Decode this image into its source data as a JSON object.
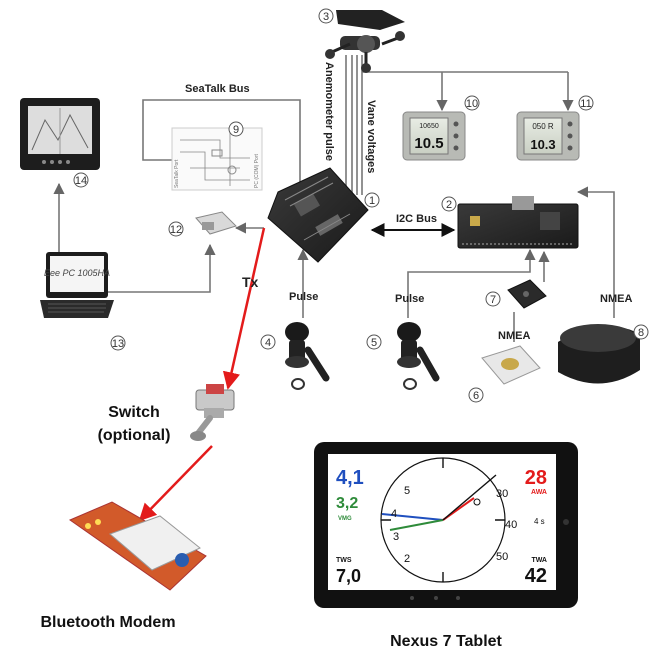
{
  "labels": {
    "seatalk_bus": "SeaTalk Bus",
    "anemometer_pulse": "Anemometer pulse",
    "vane_voltages": "Vane voltages",
    "i2c_bus": "I2C Bus",
    "tx": "Tx",
    "pulse_left": "Pulse",
    "pulse_right": "Pulse",
    "nmea_gps": "NMEA",
    "nmea_compass": "NMEA",
    "switch_line1": "Switch",
    "switch_line2": "(optional)",
    "bluetooth_modem": "Bluetooth Modem",
    "nexus_tablet": "Nexus 7 Tablet",
    "netbook_brand": "Eee PC 1005HA"
  },
  "numbers": [
    "1",
    "2",
    "3",
    "4",
    "5",
    "6",
    "7",
    "8",
    "9",
    "10",
    "11",
    "12",
    "13",
    "14"
  ],
  "instrument_10": {
    "top": "10650",
    "main": "10.5"
  },
  "instrument_11": {
    "top": "050 R",
    "main": "10.3"
  },
  "schematic_9": {
    "left_port": "SeaTalk Port",
    "right_port": "PC (COM) Port"
  },
  "tablet": {
    "top_left_value": "4,1",
    "vmg_value": "3,2",
    "vmg_label": "VMG",
    "awa_value": "28",
    "awa_label": "AWA",
    "tws_label": "TWS",
    "tws_value": "7,0",
    "twa_label": "TWA",
    "twa_value": "42",
    "seconds": "4 s",
    "dial_left": [
      "5",
      "4",
      "3",
      "2"
    ],
    "dial_right": [
      "30",
      "40",
      "50"
    ]
  },
  "colors": {
    "tx_arrow": "#e31b1b",
    "boat_speed": "#1f4fbf",
    "vmg": "#2e8b3a",
    "awa": "#e31b1b"
  }
}
